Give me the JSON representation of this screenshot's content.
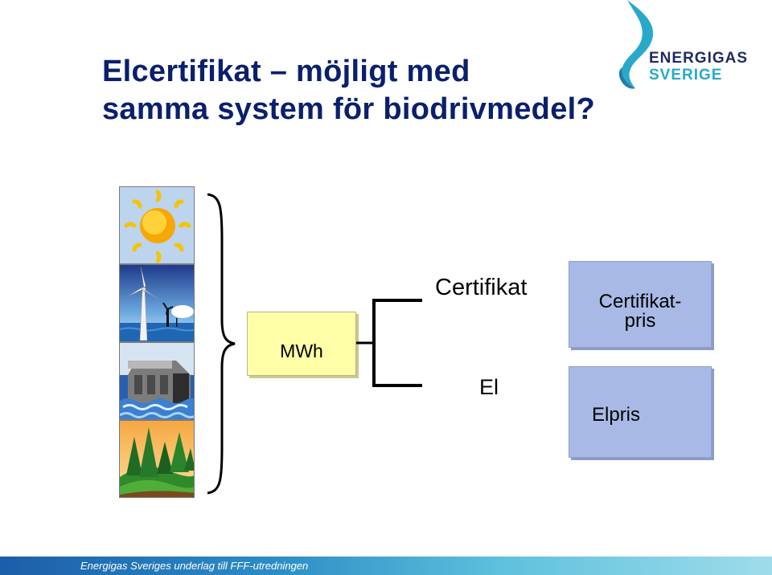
{
  "title": {
    "line1": "Elcertifikat – möjligt med",
    "line2": "samma system för biodrivmedel?"
  },
  "logo": {
    "line1": "ENERGIGAS",
    "line2": "SVERIGE",
    "colors": {
      "dark": "#1f2b63",
      "accent": "#29a9c9"
    }
  },
  "images": [
    {
      "name": "sun-icon"
    },
    {
      "name": "wind-turbine-icon"
    },
    {
      "name": "hydropower-dam-icon"
    },
    {
      "name": "forest-icon"
    }
  ],
  "diagram": {
    "input_label": "MWh",
    "branch_top": "Certifikat",
    "branch_bottom": "El",
    "price_top": "Certifikat-\npris",
    "price_bottom": "Elpris"
  },
  "footer": {
    "text": "Energigas Sveriges underlag till FFF-utredningen"
  },
  "colors": {
    "title": "#0a1f6e",
    "mwh_box": "#ffffa8",
    "price_box": "#a9b9e6"
  }
}
